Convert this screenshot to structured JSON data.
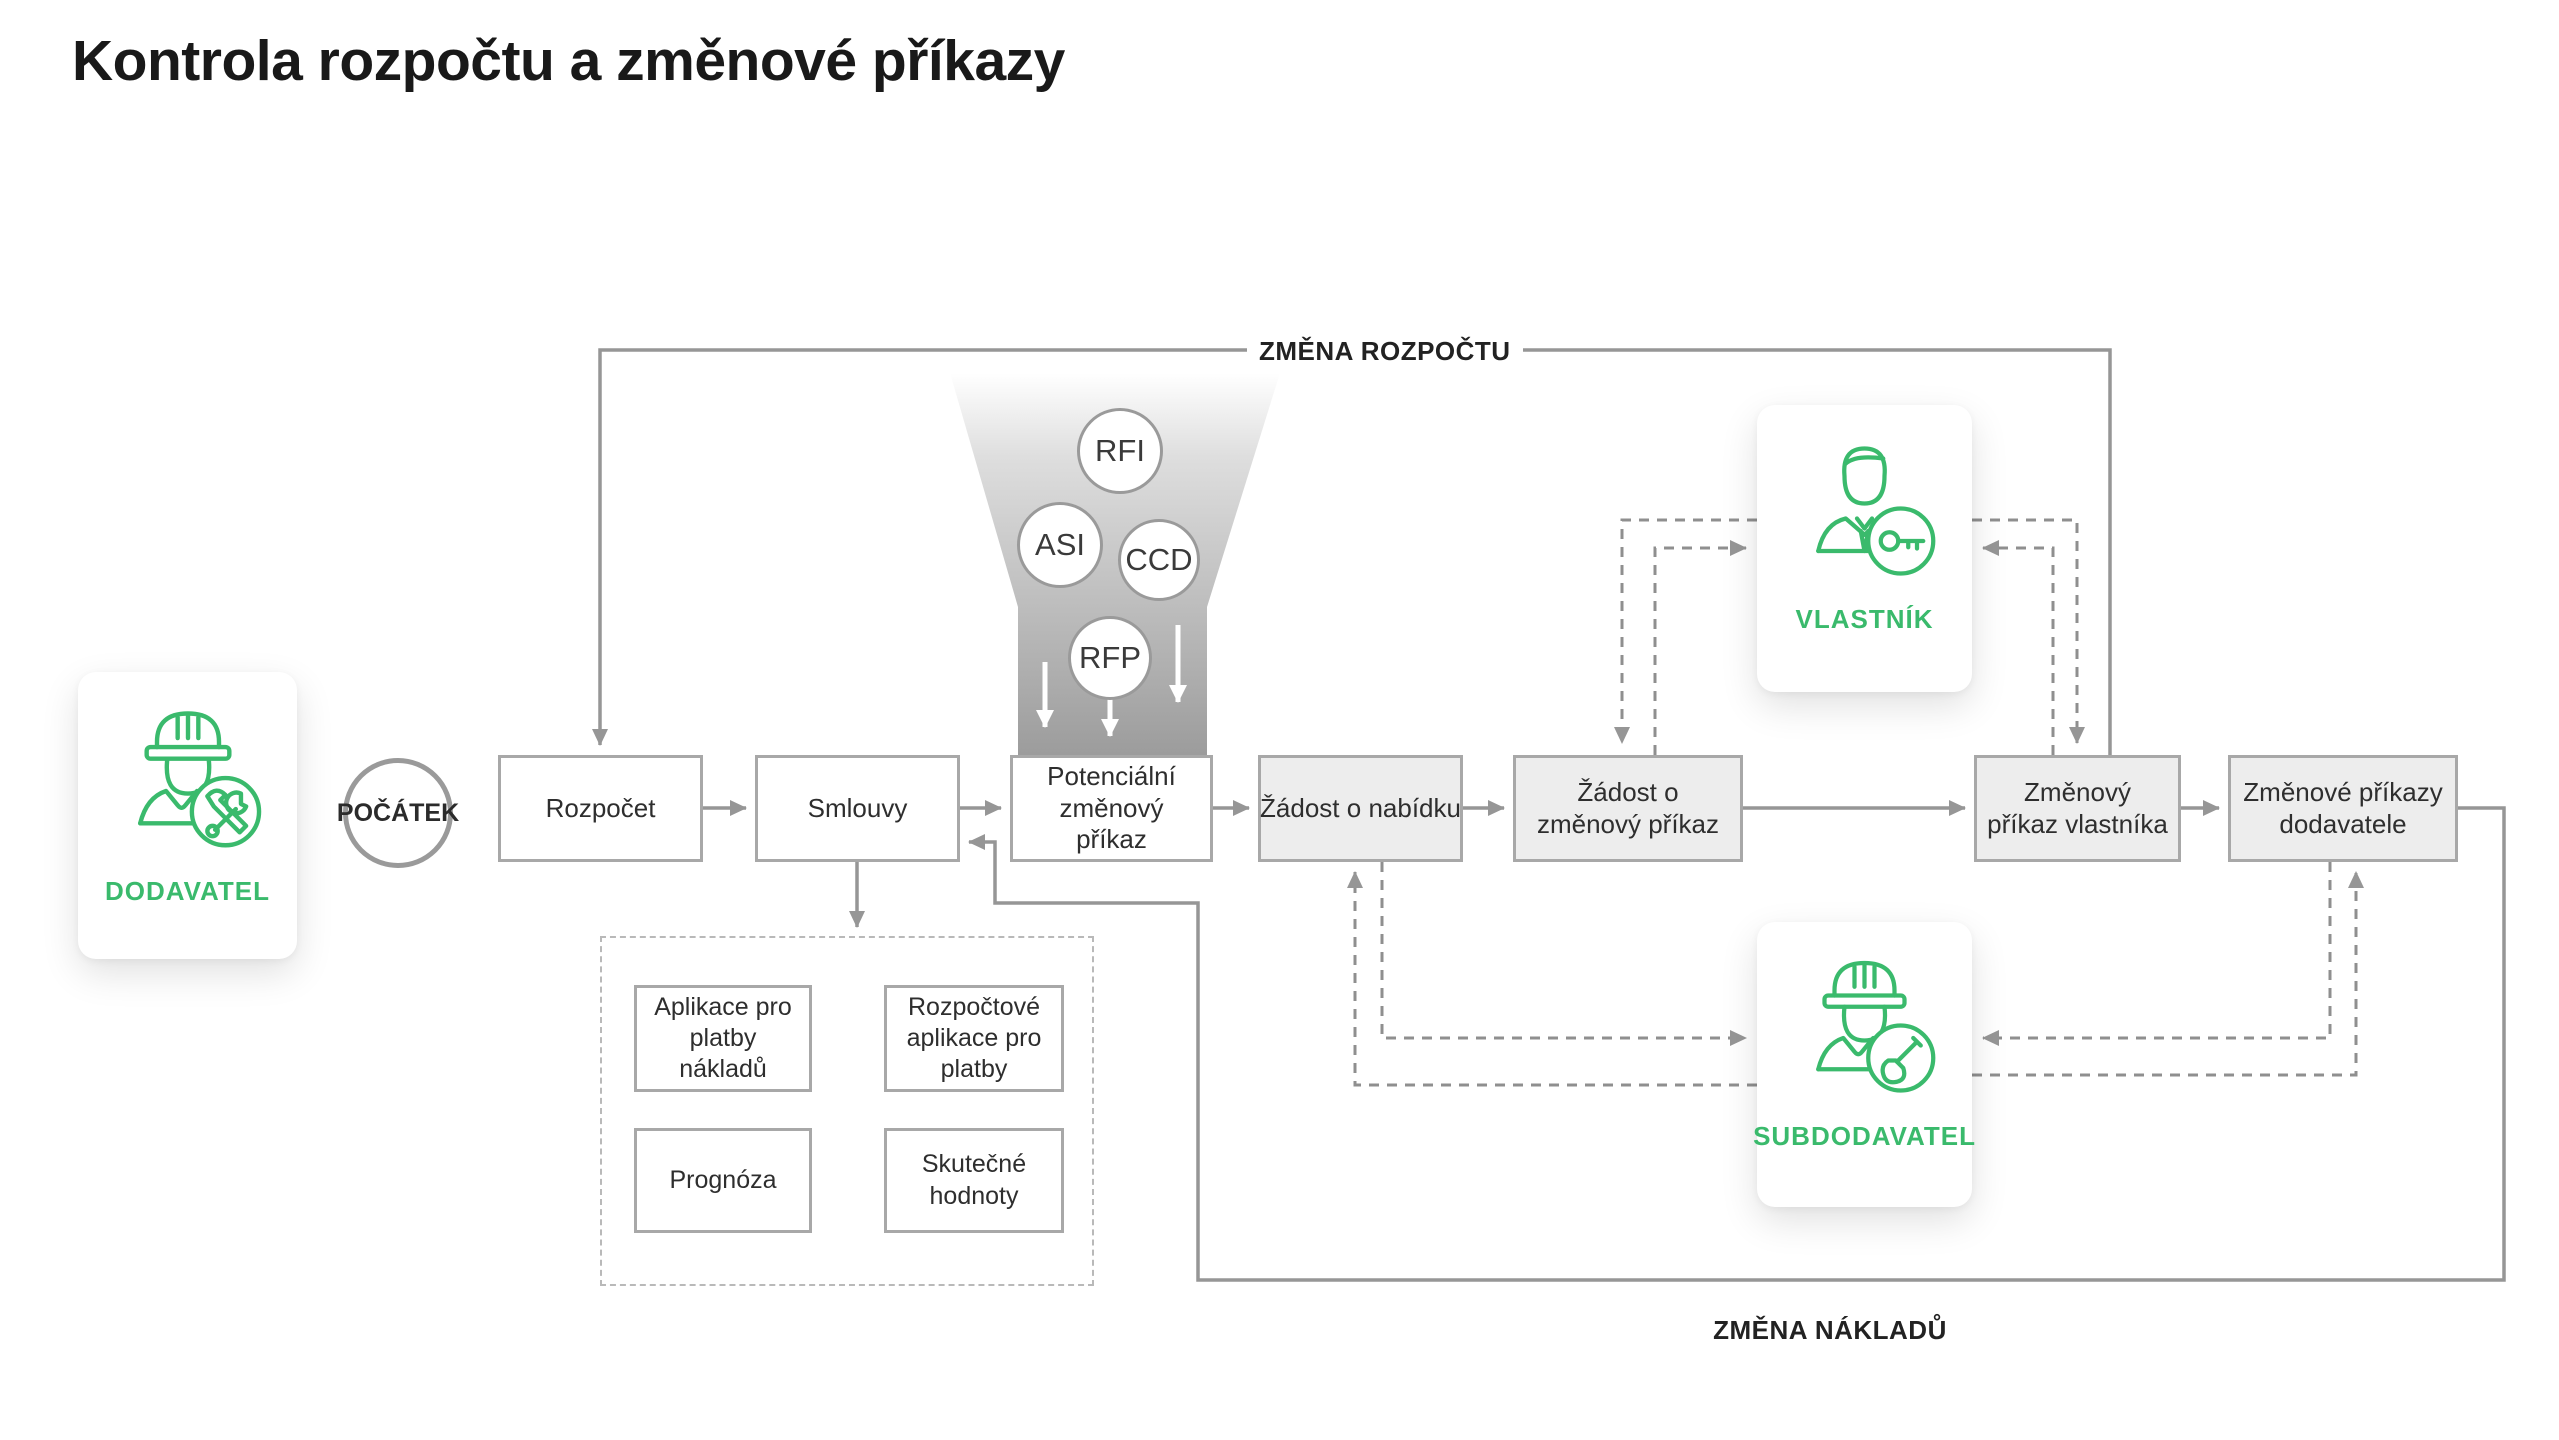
{
  "title": "Kontrola rozpočtu a změnové příkazy",
  "labels": {
    "budget_change": "ZMĚNA ROZPOČTU",
    "cost_change": "ZMĚNA NÁKLADŮ"
  },
  "start": {
    "label": "POČÁTEK"
  },
  "actors": {
    "dodavatel": {
      "label": "DODAVATEL",
      "icon": "worker-tools-icon"
    },
    "vlastnik": {
      "label": "VLASTNÍK",
      "icon": "person-key-icon"
    },
    "subdodavatel": {
      "label": "SUBDODAVATEL",
      "icon": "worker-shovel-icon"
    }
  },
  "flow": {
    "rozpocet": {
      "label": "Rozpočet"
    },
    "smlouvy": {
      "label": "Smlouvy"
    },
    "potencialni_zmenovy_prikaz": {
      "label": "Potenciální změnový příkaz"
    },
    "zadost_o_nabidku": {
      "label": "Žádost o nabídku"
    },
    "zadost_o_zmenovy_prikaz": {
      "label": "Žádost o změnový příkaz"
    },
    "zmenovy_prikaz_vlastnika": {
      "label": "Změnový příkaz vlastníka"
    },
    "zmenove_prikazy_dodavatele": {
      "label": "Změnové příkazy dodavatele"
    }
  },
  "funnel": {
    "items": [
      "RFI",
      "ASI",
      "CCD",
      "RFP"
    ]
  },
  "payments_group": {
    "boxes": [
      "Aplikace pro platby nákladů",
      "Rozpočtové aplikace pro platby",
      "Prognóza",
      "Skutečné hodnoty"
    ]
  },
  "colors": {
    "green": "#3aba6c",
    "line_gray": "#969696",
    "dashed_gray": "#8f8f8f",
    "box_fill_gray": "#ededed",
    "box_border": "#a8a8a8",
    "text_dark": "#2d2d2d"
  }
}
